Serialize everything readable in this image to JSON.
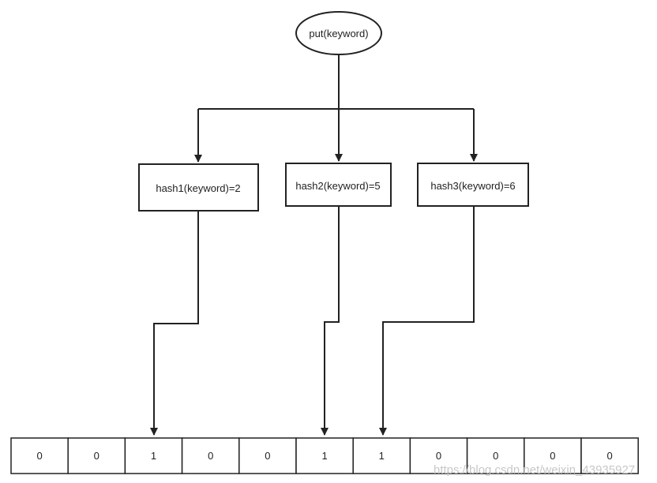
{
  "root": {
    "label": "put(keyword)"
  },
  "hash_nodes": [
    {
      "label": "hash1(keyword)=2",
      "target_index": 2
    },
    {
      "label": "hash2(keyword)=5",
      "target_index": 5
    },
    {
      "label": "hash3(keyword)=6",
      "target_index": 6
    }
  ],
  "bit_array": [
    "0",
    "0",
    "1",
    "0",
    "0",
    "1",
    "1",
    "0",
    "0",
    "0",
    "0"
  ],
  "watermark": "https://blog.csdn.net/weixin_43935927"
}
